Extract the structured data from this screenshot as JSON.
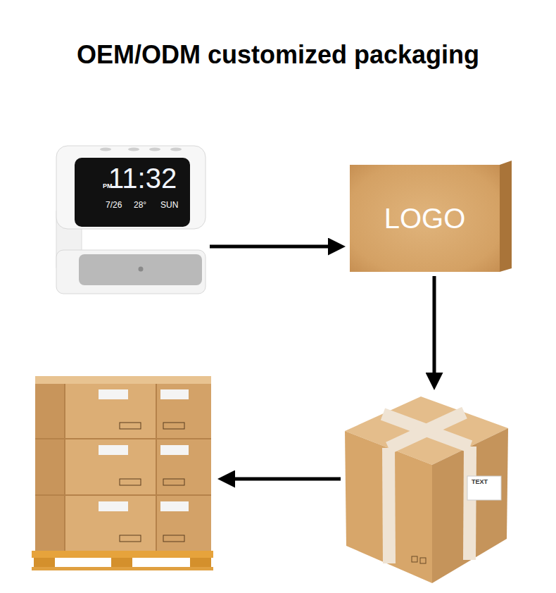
{
  "diagram": {
    "title": "OEM/ODM customized packaging",
    "nodes": [
      {
        "text": [
          "PM",
          "11:32",
          "7/26",
          "28°",
          "SUN"
        ]
      },
      {
        "text": [
          "LOGO"
        ]
      },
      {
        "text": [
          "TEXT"
        ]
      },
      {
        "text": []
      }
    ],
    "edges": [
      {
        "from": 0,
        "to": 1,
        "arrow": "to"
      },
      {
        "from": 1,
        "to": 2,
        "arrow": "to"
      },
      {
        "from": 2,
        "to": 3,
        "arrow": "to"
      }
    ]
  }
}
